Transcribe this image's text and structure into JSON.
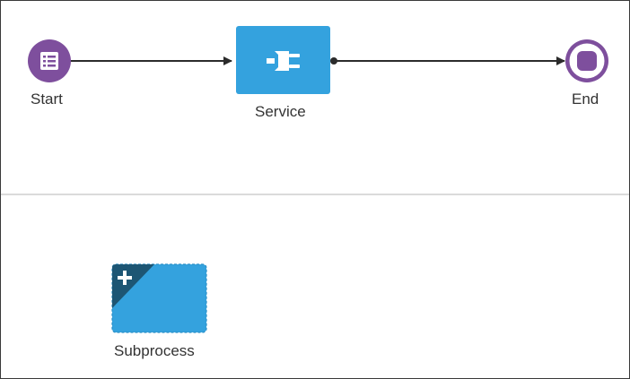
{
  "diagram": {
    "nodes": {
      "start": {
        "label": "Start",
        "type": "start-event",
        "icon": "form-list-icon"
      },
      "service": {
        "label": "Service",
        "type": "service-task",
        "icon": "plug-icon"
      },
      "end": {
        "label": "End",
        "type": "end-event",
        "icon": "stop-square-icon"
      },
      "subprocess": {
        "label": "Subprocess",
        "type": "collapsed-subprocess",
        "icon": "plus-icon"
      }
    },
    "edges": [
      {
        "from": "start",
        "to": "service"
      },
      {
        "from": "service",
        "to": "end"
      }
    ]
  },
  "colors": {
    "event": "#7e4f9d",
    "task": "#34a2de",
    "task_dark": "#1d5674",
    "edge": "#2b2b2b",
    "divider": "#cfcfcf"
  }
}
